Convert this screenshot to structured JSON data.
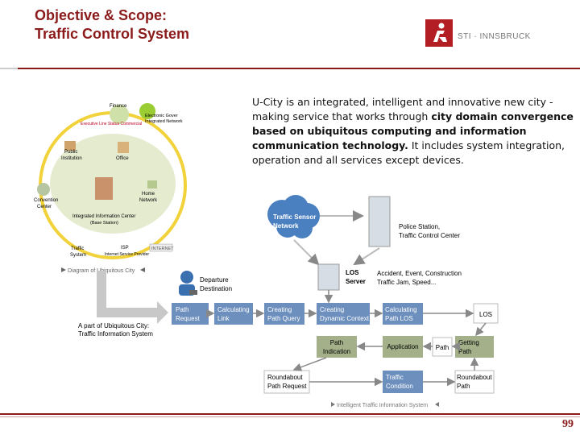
{
  "header": {
    "title_line1": "Objective & Scope:",
    "title_line2": "Traffic Control System",
    "logo_text": "STI · INNSBRUCK"
  },
  "description": {
    "part1": "U-City is an integrated, intelligent and innovative new city -making service that works through ",
    "bold1": "city domain convergence based on ubiquitous computing and information communication technology.",
    "part2": " It includes system integration, operation and all services except devices."
  },
  "ucity_diagram": {
    "caption": "Diagram of Ubiquitous City",
    "nodes": {
      "finance": "Finance",
      "exec": "Executive Line Status Commercial",
      "egov1": "Electronic Gover",
      "egov2": "Integrated Network",
      "public1": "Public",
      "public2": "Institution",
      "office": "Office",
      "conv1": "Convention",
      "conv2": "Center",
      "home1": "Home",
      "home2": "Network",
      "iic1": "Integrated Information Center",
      "iic2": "(Base Station)",
      "traffic1": "Traffic",
      "traffic2": "System",
      "isp1": "ISP",
      "isp2": "Internet Service Provider",
      "internet": "INTERNET"
    }
  },
  "traffic_diagram": {
    "caption": "Intelligent Traffic Information System",
    "part_of_line1": "A part of Ubiquitous City:",
    "part_of_line2": "Traffic Information System",
    "departure_line1": "Departure",
    "departure_line2": "Destination",
    "sensor_line1": "Traffic Sensor",
    "sensor_line2": "Network",
    "police_line1": "Police Station,",
    "police_line2": "Traffic Control Center",
    "los_server_line1": "LOS",
    "los_server_line2": "Server",
    "events_line1": "Accident, Event, Construction",
    "events_line2": "Traffic Jam, Speed...",
    "boxes": {
      "path_request": [
        "Path",
        "Request"
      ],
      "calc_link": [
        "Calculating",
        "Link"
      ],
      "path_query": [
        "Creating",
        "Path Query"
      ],
      "dyn_context": [
        "Creating",
        "Dynamic Context"
      ],
      "calc_los": [
        "Calculating",
        "Path LOS"
      ],
      "los": [
        "LOS"
      ],
      "path_indication": [
        "Path",
        "Indication"
      ],
      "application": [
        "Application"
      ],
      "path": [
        "Path"
      ],
      "getting_path": [
        "Getting",
        "Path"
      ],
      "roundabout_req": [
        "Roundabout",
        "Path Request"
      ],
      "traffic_condition": [
        "Traffic",
        "Condition"
      ],
      "roundabout_path": [
        "Roundabout",
        "Path"
      ]
    }
  },
  "footer": {
    "page_number": "99"
  },
  "colors": {
    "accent": "#8b1a1a",
    "box_blue": "#6d8fbd",
    "box_green": "#a3b08a",
    "cloud": "#4a7fc0"
  }
}
